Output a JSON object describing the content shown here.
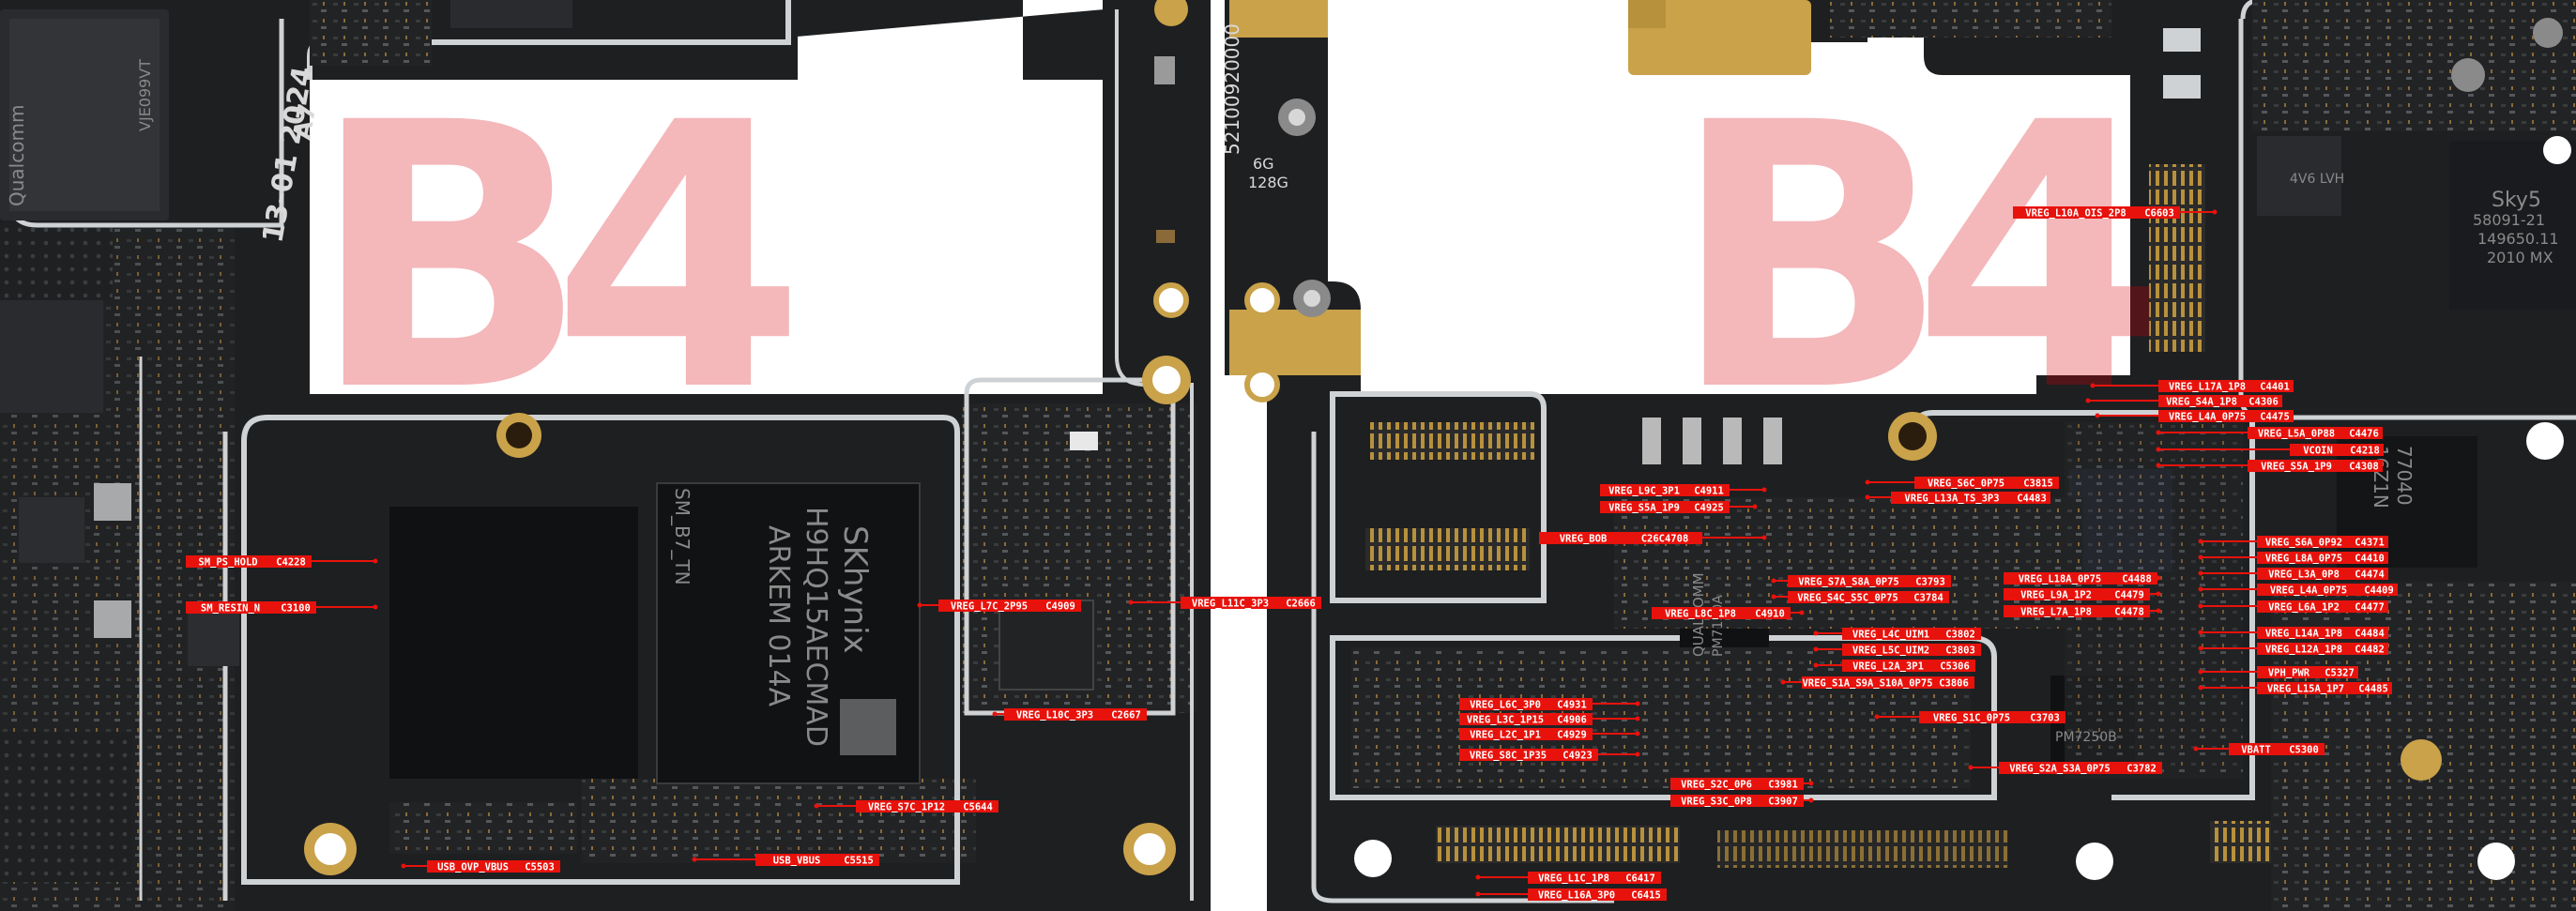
{
  "watermark": {
    "text": "B4"
  },
  "boards": {
    "left_silk": [
      "13-01 2024",
      "A7",
      "Qualcomm",
      "SKhynix",
      "H9HQ15AECMAD",
      "ARKEM 014A",
      "SM_B7_TN",
      "VJE099VT"
    ],
    "right_silk": [
      "52100920000",
      "6G",
      "128G",
      "Sky5",
      "QUALCOMM",
      "PM7150A",
      "PM7250B",
      "77040",
      "16Z1N",
      "4V6 LVH",
      "58091-21",
      "149650.11",
      "2010 MX"
    ]
  },
  "left_labels": [
    {
      "net": "SM_PS_HOLD",
      "ref": "C4228"
    },
    {
      "net": "SM_RESIN_N",
      "ref": "C3100"
    },
    {
      "net": "VREG_L7C_2P95",
      "ref": "C4909"
    },
    {
      "net": "VREG_L11C_3P3",
      "ref": "C2666"
    },
    {
      "net": "VREG_L10C_3P3",
      "ref": "C2667"
    },
    {
      "net": "VREG_S7C_1P12",
      "ref": "C5644"
    },
    {
      "net": "USB_OVP_VBUS",
      "ref": "C5503"
    },
    {
      "net": "USB_VBUS",
      "ref": "C5515"
    }
  ],
  "right_labels": [
    {
      "net": "VREG_L10A_OIS_2P8",
      "ref": "C6603"
    },
    {
      "net": "VREG_L17A_1P8",
      "ref": "C4401"
    },
    {
      "net": "VREG_S4A_1P8",
      "ref": "C4306"
    },
    {
      "net": "VREG_L4A_0P75",
      "ref": "C4475"
    },
    {
      "net": "VREG_L5A_0P88",
      "ref": "C4476"
    },
    {
      "net": "VCOIN",
      "ref": "C4218"
    },
    {
      "net": "VREG_S5A_1P9",
      "ref": "C4308"
    },
    {
      "net": "VREG_L9C_3P1",
      "ref": "C4911"
    },
    {
      "net": "VREG_S5A_1P9",
      "ref": "C4925"
    },
    {
      "net": "VREG_S6C_0P75",
      "ref": "C3815"
    },
    {
      "net": "VREG_L13A_TS_3P3",
      "ref": "C4483"
    },
    {
      "net": "VREG_BOB",
      "ref": "C26C4708"
    },
    {
      "net": "VREG_S6A_0P92",
      "ref": "C4371"
    },
    {
      "net": "VREG_L8A_0P75",
      "ref": "C4410"
    },
    {
      "net": "VREG_L3A_0P8",
      "ref": "C4474"
    },
    {
      "net": "VREG_L18A_0P75",
      "ref": "C4488"
    },
    {
      "net": "VREG_S7A_S8A_0P75",
      "ref": "C3793"
    },
    {
      "net": "VREG_L9A_1P2",
      "ref": "C4479"
    },
    {
      "net": "VREG_L4A_0P75",
      "ref": "C4409"
    },
    {
      "net": "VREG_S4C_S5C_0P75",
      "ref": "C3784"
    },
    {
      "net": "VREG_L7A_1P8",
      "ref": "C4478"
    },
    {
      "net": "VREG_L6A_1P2",
      "ref": "C4477"
    },
    {
      "net": "VREG_L8C_1P8",
      "ref": "C4910"
    },
    {
      "net": "VREG_L4C_UIM1",
      "ref": "C3802"
    },
    {
      "net": "VREG_L14A_1P8",
      "ref": "C4484"
    },
    {
      "net": "VREG_L5C_UIM2",
      "ref": "C3803"
    },
    {
      "net": "VREG_L12A_1P8",
      "ref": "C4482"
    },
    {
      "net": "VREG_L2A_3P1",
      "ref": "C5306"
    },
    {
      "net": "VPH_PWR",
      "ref": "C5327"
    },
    {
      "net": "VREG_S1A_S9A_S10A_0P75",
      "ref": "C3806"
    },
    {
      "net": "VREG_L15A_1P7",
      "ref": "C4485"
    },
    {
      "net": "VREG_L6C_3P0",
      "ref": "C4931"
    },
    {
      "net": "VREG_L3C_1P15",
      "ref": "C4906"
    },
    {
      "net": "VREG_S1C_0P75",
      "ref": "C3703"
    },
    {
      "net": "VREG_L2C_1P1",
      "ref": "C4929"
    },
    {
      "net": "VREG_S8C_1P35",
      "ref": "C4923"
    },
    {
      "net": "VBATT",
      "ref": "C5300"
    },
    {
      "net": "VREG_S2A_S3A_0P75",
      "ref": "C3782"
    },
    {
      "net": "VREG_S2C_0P6",
      "ref": "C3981"
    },
    {
      "net": "VREG_S3C_0P8",
      "ref": "C3907"
    },
    {
      "net": "VREG_L1C_1P8",
      "ref": "C6417"
    },
    {
      "net": "VREG_L16A_3P0",
      "ref": "C6415"
    }
  ],
  "colors": {
    "board": "#1e1f21",
    "label_bg": "#e8120c",
    "watermark": "#d9000a",
    "trace": "#cfd2d4",
    "gold": "#c9a24a"
  }
}
